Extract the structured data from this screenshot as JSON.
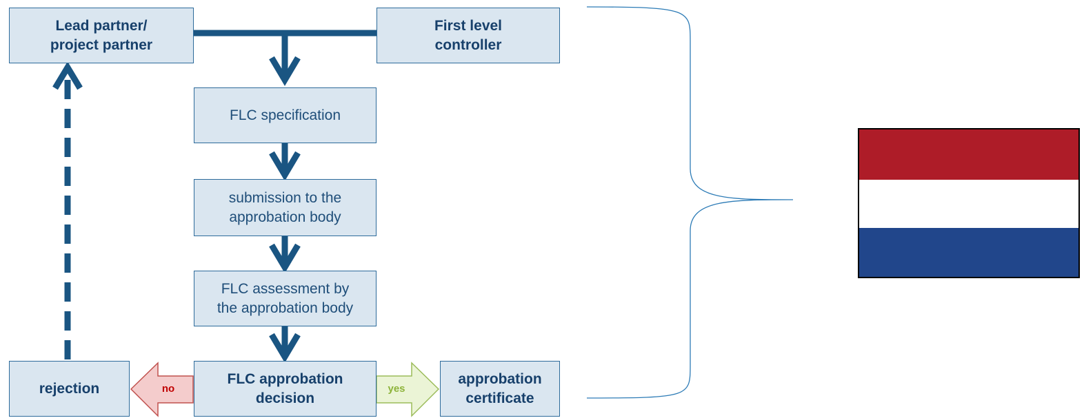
{
  "nodes": {
    "lead_partner": "Lead partner/\nproject partner",
    "first_level_controller": "First level\ncontroller",
    "flc_specification": "FLC specification",
    "submission": "submission to the\napprobation body",
    "assessment": "FLC assessment by\nthe approbation body",
    "decision": "FLC approbation\ndecision",
    "rejection": "rejection",
    "certificate": "approbation\ncertificate"
  },
  "labels": {
    "no": "no",
    "yes": "yes"
  },
  "colors": {
    "box_fill": "#dae6f0",
    "box_border": "#2c6a9a",
    "arrow": "#1a5582",
    "no_fill": "#f4cccc",
    "no_stroke": "#c0504d",
    "no_text": "#c00000",
    "yes_fill": "#ebf4d6",
    "yes_stroke": "#9bbb59",
    "yes_text": "#8db33a",
    "flag_red": "#ae1c28",
    "flag_white": "#ffffff",
    "flag_blue": "#21468b",
    "brace": "#2c7bb6"
  },
  "icons": [
    "netherlands-flag"
  ]
}
